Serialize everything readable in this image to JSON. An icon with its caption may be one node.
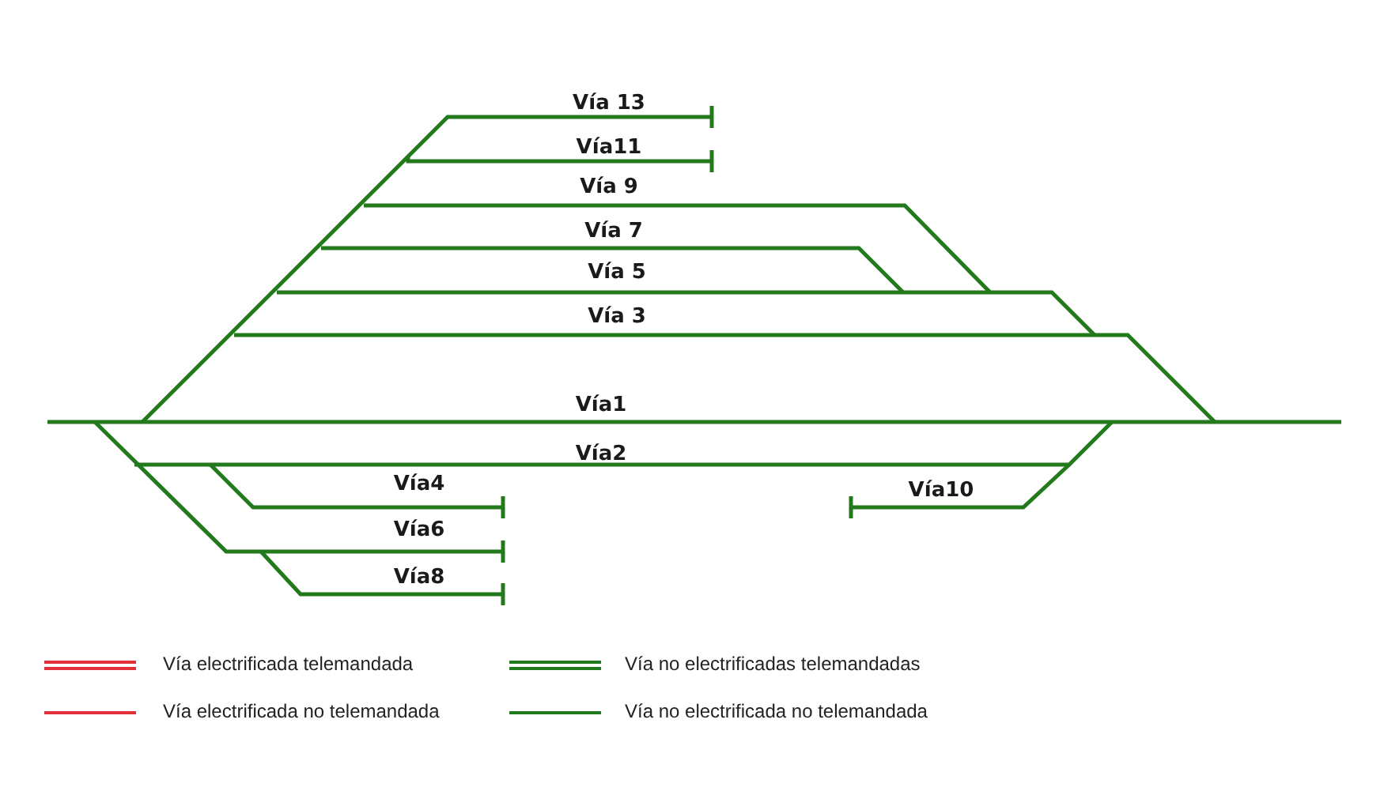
{
  "diagram": {
    "labels": [
      "Vía 13",
      "Vía11",
      "Vía 9",
      "Vía 7",
      "Vía 5",
      "Vía 3",
      "Vía1",
      "Vía2",
      "Vía4",
      "Vía10",
      "Vía6",
      "Vía8"
    ],
    "legend": [
      {
        "text": "Vía electrificada telemandada"
      },
      {
        "text": "Vía no electrificadas telemandadas"
      },
      {
        "text": "Vía electrificada no telemandada"
      },
      {
        "text": "Vía no electrificada no telemandada"
      }
    ]
  }
}
